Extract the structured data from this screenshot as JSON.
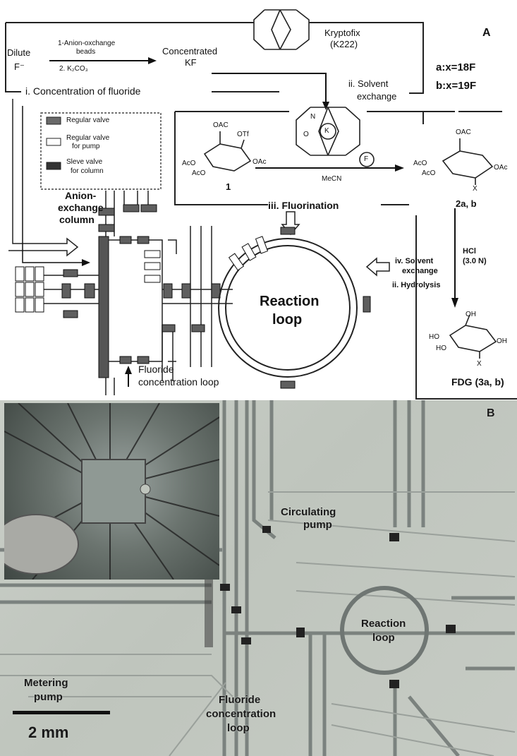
{
  "panel_a": {
    "panel_label": "A",
    "dilute_label": "Dilute",
    "fluoride_ion": "F⁻",
    "step1_label": "1-Anion-oxchange",
    "step1_label_2": "beads",
    "step2_label": "2. K₂CO₃",
    "concentrated_label": "Concentrated",
    "kf_label": "KF",
    "kryptofix_label": "Kryptofix",
    "k222_label": "(K222)",
    "isotope_a": "a:x=18F",
    "isotope_b": "b:x=19F",
    "concentration_label": "i. Concentration of fluoride",
    "solvent_exchange_label": "ii. Solvent",
    "solvent_exchange_label_2": "exchange",
    "legend": {
      "regular_valve": "Regular valve",
      "pump_valve_1": "Regular valve",
      "pump_valve_2": "for pump",
      "sleeve_valve_1": "Sleve valve",
      "sleeve_valve_2": "for column"
    },
    "k_symbol": "K",
    "f_symbol": "F",
    "compound_1_label": "1",
    "solvent_label": "MeCN",
    "compound_2_label": "2a, b",
    "fluorination_label": "iii. Fluorination",
    "anion_column_label": "Anion-",
    "anion_column_label_2": "exchange",
    "anion_column_label_3": "column",
    "reaction_loop_label": "Reaction",
    "reaction_loop_label_2": "loop",
    "solvent_exchange_iv": "iv. Solvent",
    "solvent_exchange_iv_2": "exchange",
    "hydrolysis_label": "ii. Hydrolysis",
    "hcl_label": "HCl",
    "hcl_conc": "(3.0 N)",
    "fdg_label": "FDG (3a, b)",
    "fluoride_loop_label": "Fluoride",
    "fluoride_loop_label_2": "concentration loop",
    "chem": {
      "oac": "OAC",
      "otf": "OTf",
      "aco": "AcO",
      "aco2": "AcO",
      "oac_right": "OAc",
      "x": "X",
      "oh": "OH",
      "ho": "HO",
      "ho2": "HO",
      "oh_right": "OH",
      "x2": "X",
      "oac_p": "OAC",
      "aco_p": "AcO",
      "aco_p2": "AcO",
      "oac_p_right": "OAc"
    },
    "crown_letters": {
      "n": "N",
      "o": "O"
    }
  },
  "panel_b": {
    "panel_label": "B",
    "circulating_pump": "Circulating",
    "circulating_pump_2": "pump",
    "reaction_loop": "Reaction",
    "reaction_loop_2": "loop",
    "metering_pump": "Metering",
    "metering_pump_2": "pump",
    "fluoride_loop": "Fluoride",
    "fluoride_loop_2": "concentration",
    "fluoride_loop_3": "loop",
    "scale_bar": "2 mm"
  },
  "colors": {
    "valve": "#5a5a5a",
    "line": "#222222",
    "chip_bg": "#c5cac3",
    "channel": "#6f7673"
  }
}
